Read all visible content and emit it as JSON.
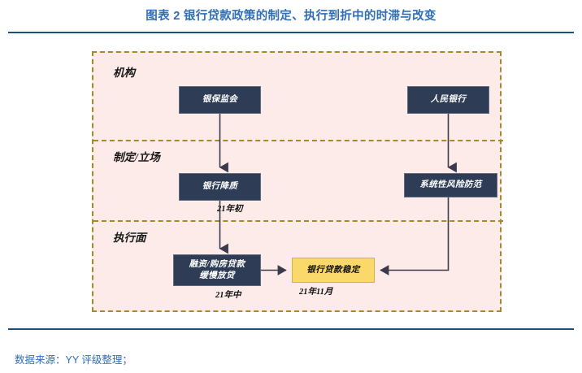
{
  "header": {
    "title": "图表 2 银行贷款政策的制定、执行到折中的时滞与改变"
  },
  "footer": {
    "source": "数据来源：YY 评级整理；"
  },
  "diagram": {
    "type": "flowchart",
    "sections": [
      {
        "id": "institution",
        "label": "机构"
      },
      {
        "id": "policy",
        "label": "制定/立场"
      },
      {
        "id": "execution",
        "label": "执行面"
      }
    ],
    "nodes": [
      {
        "id": "cbirc",
        "label": "银保监会",
        "section": "institution",
        "style": "dark"
      },
      {
        "id": "pboc",
        "label": "人民银行",
        "section": "institution",
        "style": "dark"
      },
      {
        "id": "quality",
        "label": "银行降质",
        "section": "policy",
        "style": "dark"
      },
      {
        "id": "sysrisk",
        "label": "系统性风险防范",
        "section": "policy",
        "style": "dark"
      },
      {
        "id": "loan",
        "label": "融资/购房贷款\n缓慢放贷",
        "section": "execution",
        "style": "dark"
      },
      {
        "id": "stable",
        "label": "银行贷款稳定",
        "section": "execution",
        "style": "yellow"
      }
    ],
    "node_labels": {
      "cbirc": "银保监会",
      "pboc": "人民银行",
      "quality": "银行降质",
      "sysrisk": "系统性风险防范",
      "loan_line1": "融资/购房贷款",
      "loan_line2": "缓慢放贷",
      "stable": "银行贷款稳定"
    },
    "time_labels": {
      "early21": "21年初",
      "mid21": "21年中",
      "nov21": "21年11月"
    },
    "edges": [
      {
        "from": "cbirc",
        "to": "quality",
        "arrow": "down"
      },
      {
        "from": "pboc",
        "to": "sysrisk",
        "arrow": "down"
      },
      {
        "from": "quality",
        "to": "loan",
        "arrow": "down"
      },
      {
        "from": "loan",
        "to": "stable",
        "arrow": "right"
      },
      {
        "from": "sysrisk",
        "to": "stable",
        "arrow": "left"
      }
    ]
  },
  "colors": {
    "title_blue": "#2f6eb5",
    "rule_blue": "#1f4e79",
    "panel_bg": "#fcebe9",
    "panel_border": "#a78a28",
    "node_dark": "#2e3d55",
    "node_yellow": "#fbd86a",
    "wire": "#3a3a4a"
  }
}
